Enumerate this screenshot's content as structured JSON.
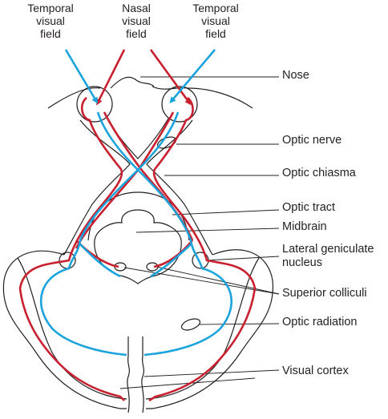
{
  "fields": [
    {
      "lines": [
        "Temporal",
        "visual",
        "field"
      ]
    },
    {
      "lines": [
        "Nasal",
        "visual",
        "field"
      ]
    },
    {
      "lines": [
        "Temporal",
        "visual",
        "field"
      ]
    }
  ],
  "labels": {
    "nose": "Nose",
    "optic_nerve": "Optic nerve",
    "optic_chiasma": "Optic chiasma",
    "optic_tract": "Optic tract",
    "midbrain": "Midbrain",
    "lgn_line1": "Lateral geniculate",
    "lgn_line2": "nucleus",
    "superior_colliculi": "Superior colliculi",
    "optic_radiation": "Optic radiation",
    "visual_cortex": "Visual cortex"
  },
  "colors": {
    "red": "#c8202f",
    "blue": "#1aa3dc",
    "outline": "#231f20"
  }
}
